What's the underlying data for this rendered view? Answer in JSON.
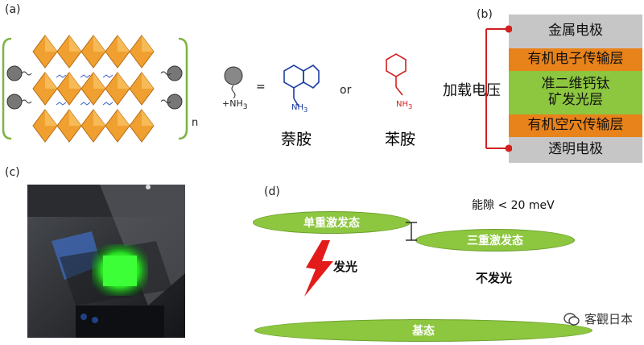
{
  "panels": {
    "a": "(a)",
    "b": "(b)",
    "c": "(c)",
    "d": "(d)"
  },
  "panel_a": {
    "repeat_n": "n",
    "equals": "=",
    "or": "or",
    "nh3_label": "NH",
    "nh3_sub": "3",
    "nh3_plus": "+",
    "naphthalene_amine": "萘胺",
    "phenylamine": "苯胺",
    "naphthalene_color": "#1f3f9f",
    "phenyl_color": "#d32020",
    "octahedron_color": "#f0a030"
  },
  "panel_b": {
    "voltage_label": "加载电压",
    "layers": [
      {
        "text": "金属电极",
        "color": "#c6c6c6"
      },
      {
        "text": "有机电子传输层",
        "color": "#e8821a"
      },
      {
        "text": "准二维钙钛\n矿发光层",
        "color": "#8dc63f"
      },
      {
        "text": "有机空穴传输层",
        "color": "#e8821a"
      },
      {
        "text": "透明电极",
        "color": "#c6c6c6"
      }
    ],
    "bracket_color": "#d32020"
  },
  "panel_d": {
    "singlet": "单重激发态",
    "triplet": "三重激发态",
    "ground": "基态",
    "emit": "发光",
    "no_emit": "不发光",
    "gap": "能隙 < 20 meV",
    "ellipse_color": "#8dc63f"
  },
  "watermark": {
    "text": "客觀日本",
    "icon": "wechat-icon"
  }
}
